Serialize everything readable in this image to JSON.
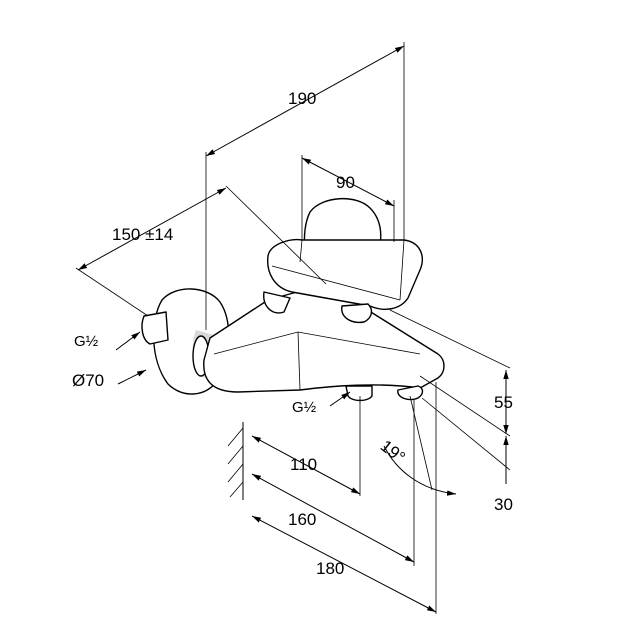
{
  "dimensions": {
    "d190": "190",
    "d90": "90",
    "d150": "150 ±14",
    "thread_wall": "G½",
    "diameter": "Ø70",
    "thread_outlet": "G½",
    "d110": "110",
    "d160": "160",
    "d180": "180",
    "d55": "55",
    "d30": "30",
    "angle": "19°"
  },
  "colors": {
    "line": "#000000",
    "shade": "#d9d9d9",
    "background": "#ffffff"
  }
}
